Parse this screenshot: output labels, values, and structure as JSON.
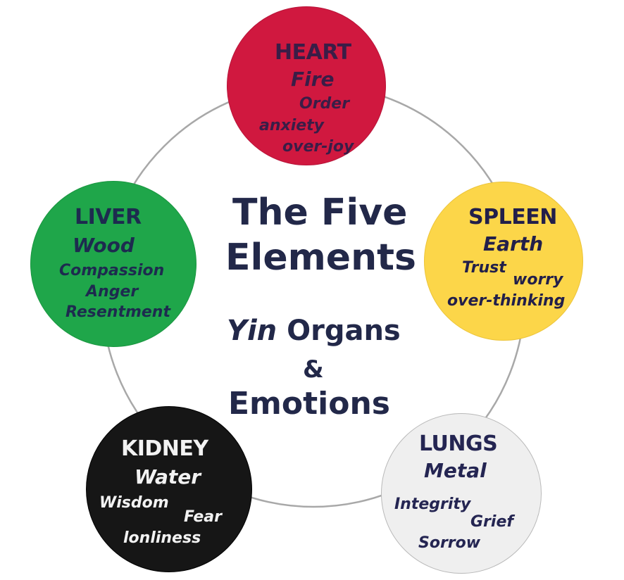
{
  "title": {
    "line1": "The Five",
    "line2": "Elements"
  },
  "subtitle": {
    "yin": "Yin",
    "organs": "Organs",
    "ampersand": "&",
    "emotions": "Emotions"
  },
  "colors": {
    "heart": "#d0183f",
    "liver": "#1fa64a",
    "spleen": "#fcd649",
    "kidney": "#161616",
    "lungs": "#efefef",
    "ring": "#a8a8a8",
    "center_text": "#222849"
  },
  "elements": {
    "heart": {
      "organ": "HEART",
      "element": "Fire",
      "emotions": [
        "Order",
        "anxiety",
        "over-joy"
      ]
    },
    "spleen": {
      "organ": "SPLEEN",
      "element": "Earth",
      "emotions": [
        "Trust",
        "worry",
        "over-thinking"
      ]
    },
    "lungs": {
      "organ": "LUNGS",
      "element": "Metal",
      "emotions": [
        "Integrity",
        "Grief",
        "Sorrow"
      ]
    },
    "kidney": {
      "organ": "KIDNEY",
      "element": "Water",
      "emotions": [
        "Wisdom",
        "Fear",
        "lonliness"
      ]
    },
    "liver": {
      "organ": "LIVER",
      "element": "Wood",
      "emotions": [
        "Compassion",
        "Anger",
        "Resentment"
      ]
    }
  }
}
